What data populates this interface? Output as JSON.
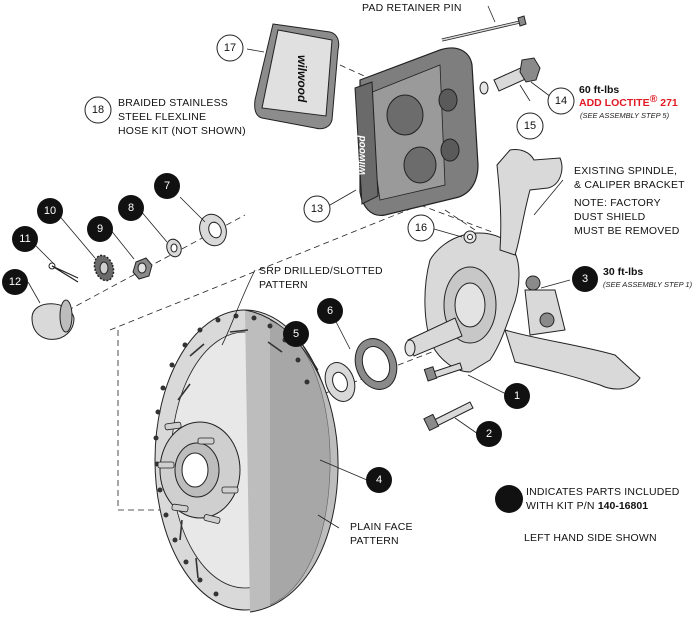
{
  "callouts": [
    {
      "n": "1",
      "filled": true
    },
    {
      "n": "2",
      "filled": true
    },
    {
      "n": "3",
      "filled": true
    },
    {
      "n": "4",
      "filled": true
    },
    {
      "n": "5",
      "filled": true
    },
    {
      "n": "6",
      "filled": true
    },
    {
      "n": "7",
      "filled": true
    },
    {
      "n": "8",
      "filled": true
    },
    {
      "n": "9",
      "filled": true
    },
    {
      "n": "10",
      "filled": true
    },
    {
      "n": "11",
      "filled": true
    },
    {
      "n": "12",
      "filled": true
    },
    {
      "n": "13",
      "filled": false
    },
    {
      "n": "14",
      "filled": false
    },
    {
      "n": "15",
      "filled": false
    },
    {
      "n": "16",
      "filled": false
    },
    {
      "n": "17",
      "filled": false
    },
    {
      "n": "18",
      "filled": false
    }
  ],
  "labels": {
    "pad_retainer_pin": "PAD RETAINER PIN",
    "torque_14": "60 ft-lbs",
    "loctite_prefix": "ADD LOCTITE",
    "loctite_reg": "®",
    "loctite_num": " 271",
    "step5": "(SEE ASSEMBLY STEP 5)",
    "hose_line1": "BRAIDED STAINLESS",
    "hose_line2": "STEEL FLEXLINE",
    "hose_line3": "HOSE KIT (NOT SHOWN)",
    "spindle_line1": "EXISTING SPINDLE,",
    "spindle_line2": "& CALIPER BRACKET",
    "note_line1": "NOTE: FACTORY",
    "note_line2": "DUST SHIELD",
    "note_line3": "MUST BE REMOVED",
    "torque_3": "30 ft-lbs",
    "step1": "(SEE ASSEMBLY STEP 1)",
    "srp_line1": "SRP DRILLED/SLOTTED",
    "srp_line2": "PATTERN",
    "plain_line1": "PLAIN FACE",
    "plain_line2": "PATTERN",
    "legend_line1": "INDICATES PARTS INCLUDED",
    "legend_line2_prefix": "WITH KIT P/N ",
    "legend_pn": "140-16801",
    "left_hand": "LEFT HAND SIDE SHOWN",
    "brand_caliper": "wilwood",
    "brand_pad": "wilwood"
  },
  "colors": {
    "loctite_red": "#e01b24",
    "callout_fill": "#111111",
    "line": "#222222"
  }
}
